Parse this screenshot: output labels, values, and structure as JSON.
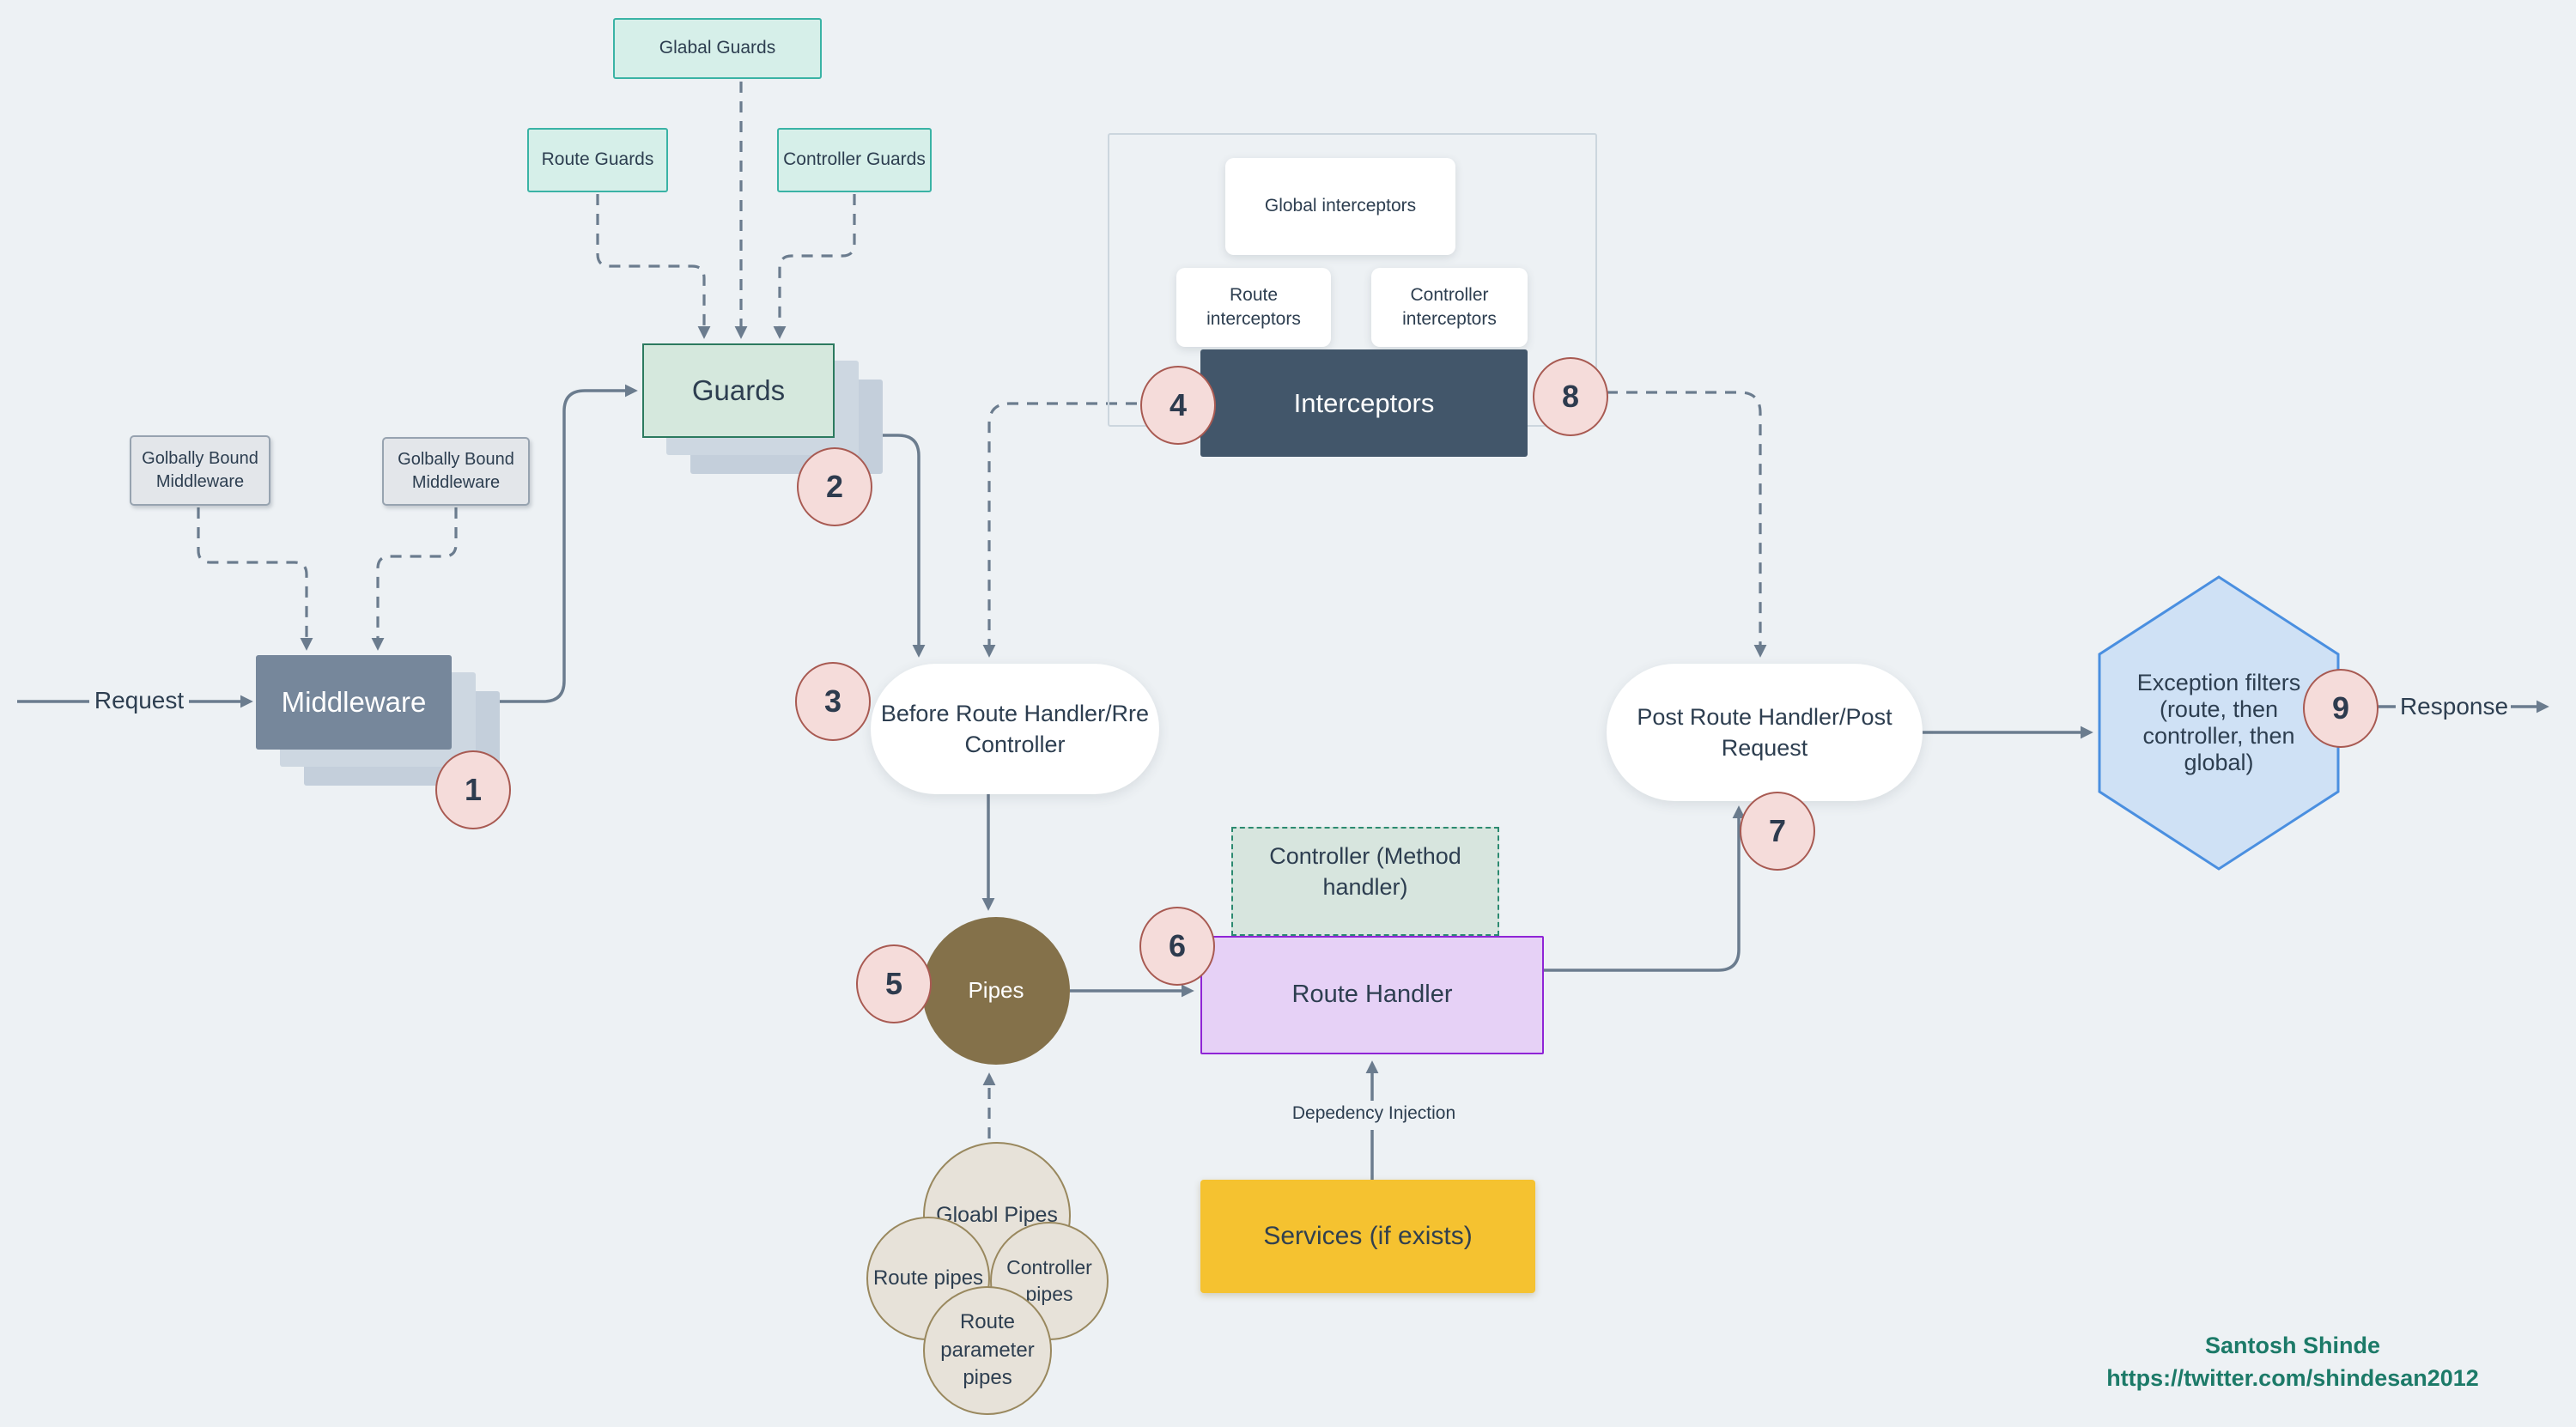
{
  "labels": {
    "global_guards": "Glabal Guards",
    "route_guards": "Route Guards",
    "controller_guards": "Controller Guards",
    "guards": "Guards",
    "globally_bound_middleware_left": "Golbally Bound Middleware",
    "globally_bound_middleware_right": "Golbally Bound Middleware",
    "middleware": "Middleware",
    "request": "Request",
    "global_interceptors": "Global interceptors",
    "route_interceptors": "Route interceptors",
    "controller_interceptors": "Controller interceptors",
    "interceptors": "Interceptors",
    "before_route": "Before Route Handler/Rre Controller",
    "post_route": "Post Route Handler/Post Request",
    "exception_filters": "Exception filters (route, then controller, then global)",
    "response": "Response",
    "pipes": "Pipes",
    "controller_method": "Controller (Method handler)",
    "route_handler": "Route Handler",
    "dependency_injection": "Depedency Injection",
    "services": "Services (if exists)",
    "global_pipes": "Gloabl Pipes",
    "route_pipes": "Route pipes",
    "controller_pipes": "Controller pipes",
    "route_parameter_pipes": "Route parameter pipes"
  },
  "badges": {
    "b1": "1",
    "b2": "2",
    "b3": "3",
    "b4": "4",
    "b5": "5",
    "b6": "6",
    "b7": "7",
    "b8": "8",
    "b9": "9"
  },
  "credit": {
    "name": "Santosh Shinde",
    "url": "https://twitter.com/shindesan2012"
  },
  "colors": {
    "background": "#edf1f4",
    "guard_box_fill": "#d6efe9",
    "guard_box_border": "#3ab3a5",
    "guards_fill": "#d5e8dd",
    "guards_border": "#2c7a5f",
    "middleware_fill": "#76879b",
    "interceptors_fill": "#42566a",
    "badge_fill": "#f5dcda",
    "badge_border": "#a85a52",
    "hexagon_fill": "#cfe1f5",
    "hexagon_border": "#4a8fe0",
    "pipes_fill": "#84714a",
    "route_handler_fill": "#e6d1f6",
    "route_handler_border": "#8f25d6",
    "controller_method_fill": "#d7e5de",
    "controller_method_border": "#2c8a70",
    "services_fill": "#f5c230",
    "cluster_fill": "#e7e2d9",
    "cluster_border": "#99885e",
    "connector": "#6b7c8e",
    "credit_text": "#1c7a68"
  }
}
